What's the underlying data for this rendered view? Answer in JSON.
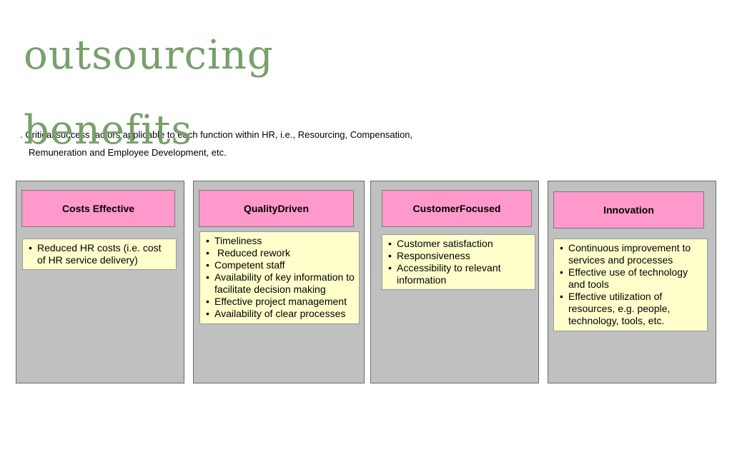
{
  "title": {
    "line1": "outsourcing",
    "line2": "benefits",
    "color": "#77a06b"
  },
  "intro": {
    "line1": ". Critical success factors applicable to each function within HR, i.e., Resourcing, Compensation,",
    "line2": "Remuneration and Employee Development, etc."
  },
  "panels": [
    {
      "header": "Costs Effective",
      "items": [
        "Reduced HR costs (i.e. cost of HR service delivery)"
      ]
    },
    {
      "header_lines": [
        "Quality",
        "Driven"
      ],
      "items": [
        "Timeliness",
        "Reduced rework",
        "Competent staff",
        "Availability of key information to facilitate decision making",
        "Effective project management",
        "Availability of clear processes"
      ]
    },
    {
      "header_lines": [
        "Customer",
        "Focused"
      ],
      "items": [
        "Customer satisfaction",
        "Responsiveness",
        "Accessibility to relevant information"
      ]
    },
    {
      "header": "Innovation",
      "items": [
        "Continuous improvement to services and processes",
        "Effective use of technology and tools",
        "Effective utilization of resources, e.g. people, technology, tools, etc."
      ]
    }
  ],
  "colors": {
    "panel_bg": "#c0c0c0",
    "header_bg": "#ff99cc",
    "box_bg": "#ffffcc"
  }
}
